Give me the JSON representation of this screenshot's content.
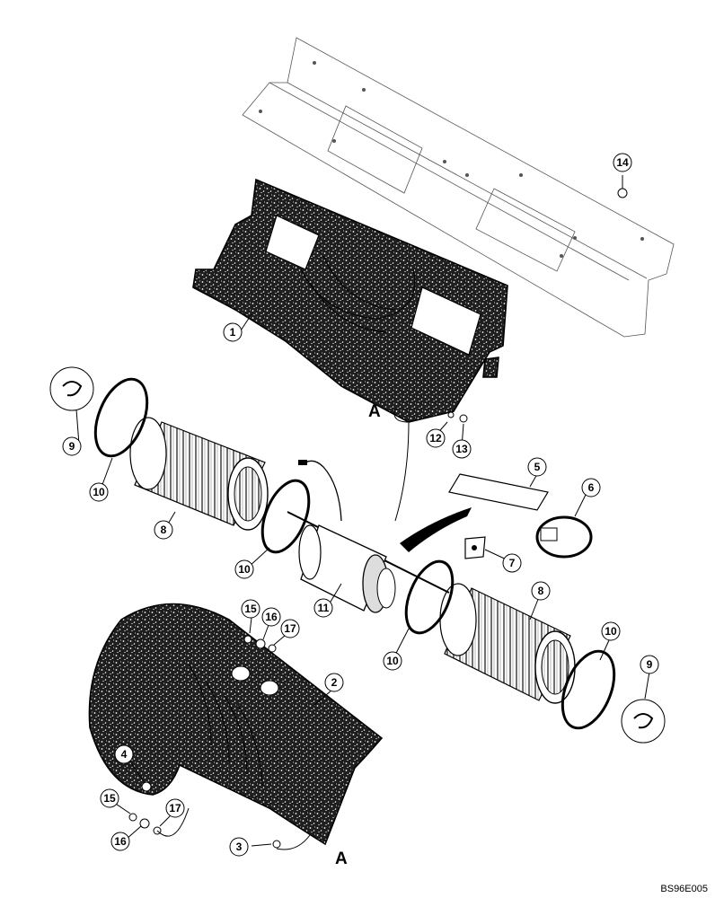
{
  "callouts": [
    {
      "id": "c14",
      "label": "14"
    },
    {
      "id": "c1",
      "label": "1"
    },
    {
      "id": "c9a",
      "label": "9"
    },
    {
      "id": "c10a",
      "label": "10"
    },
    {
      "id": "c8a",
      "label": "8"
    },
    {
      "id": "c12",
      "label": "12"
    },
    {
      "id": "c13",
      "label": "13"
    },
    {
      "id": "c5",
      "label": "5"
    },
    {
      "id": "c6",
      "label": "6"
    },
    {
      "id": "c10b",
      "label": "10"
    },
    {
      "id": "c7",
      "label": "7"
    },
    {
      "id": "c11",
      "label": "11"
    },
    {
      "id": "c8b",
      "label": "8"
    },
    {
      "id": "c15a",
      "label": "15"
    },
    {
      "id": "c16a",
      "label": "16"
    },
    {
      "id": "c17a",
      "label": "17"
    },
    {
      "id": "c2",
      "label": "2"
    },
    {
      "id": "c10c",
      "label": "10"
    },
    {
      "id": "c10d",
      "label": "10"
    },
    {
      "id": "c9b",
      "label": "9"
    },
    {
      "id": "c4",
      "label": "4"
    },
    {
      "id": "c15b",
      "label": "15"
    },
    {
      "id": "c17b",
      "label": "17"
    },
    {
      "id": "c16b",
      "label": "16"
    },
    {
      "id": "c3",
      "label": "3"
    }
  ],
  "reference_letters": [
    {
      "id": "A1",
      "label": "A"
    },
    {
      "id": "A2",
      "label": "A"
    }
  ],
  "figure_code": "BS96E005"
}
